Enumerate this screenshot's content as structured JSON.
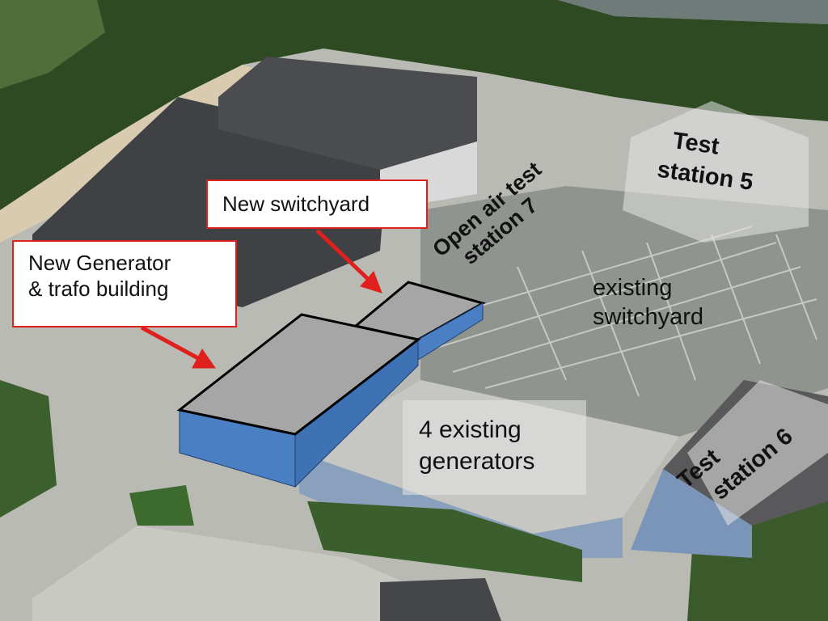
{
  "annotations": {
    "new_switchyard": "New switchyard",
    "new_generator_line1": "New Generator",
    "new_generator_line2": "& trafo building",
    "open_air_line1": "Open air test",
    "open_air_line2": "station 7",
    "test5_line1": "Test",
    "test5_line2": "station 5",
    "existing_switchyard_line1": "existing",
    "existing_switchyard_line2": "switchyard",
    "generators_line1": "4 existing",
    "generators_line2": "generators",
    "test6_line1": "Test",
    "test6_line2": "station 6"
  },
  "colors": {
    "arrow": "#e0201c",
    "new_building_top": "#a6a6a6",
    "new_building_side": "#4a7fc4"
  }
}
